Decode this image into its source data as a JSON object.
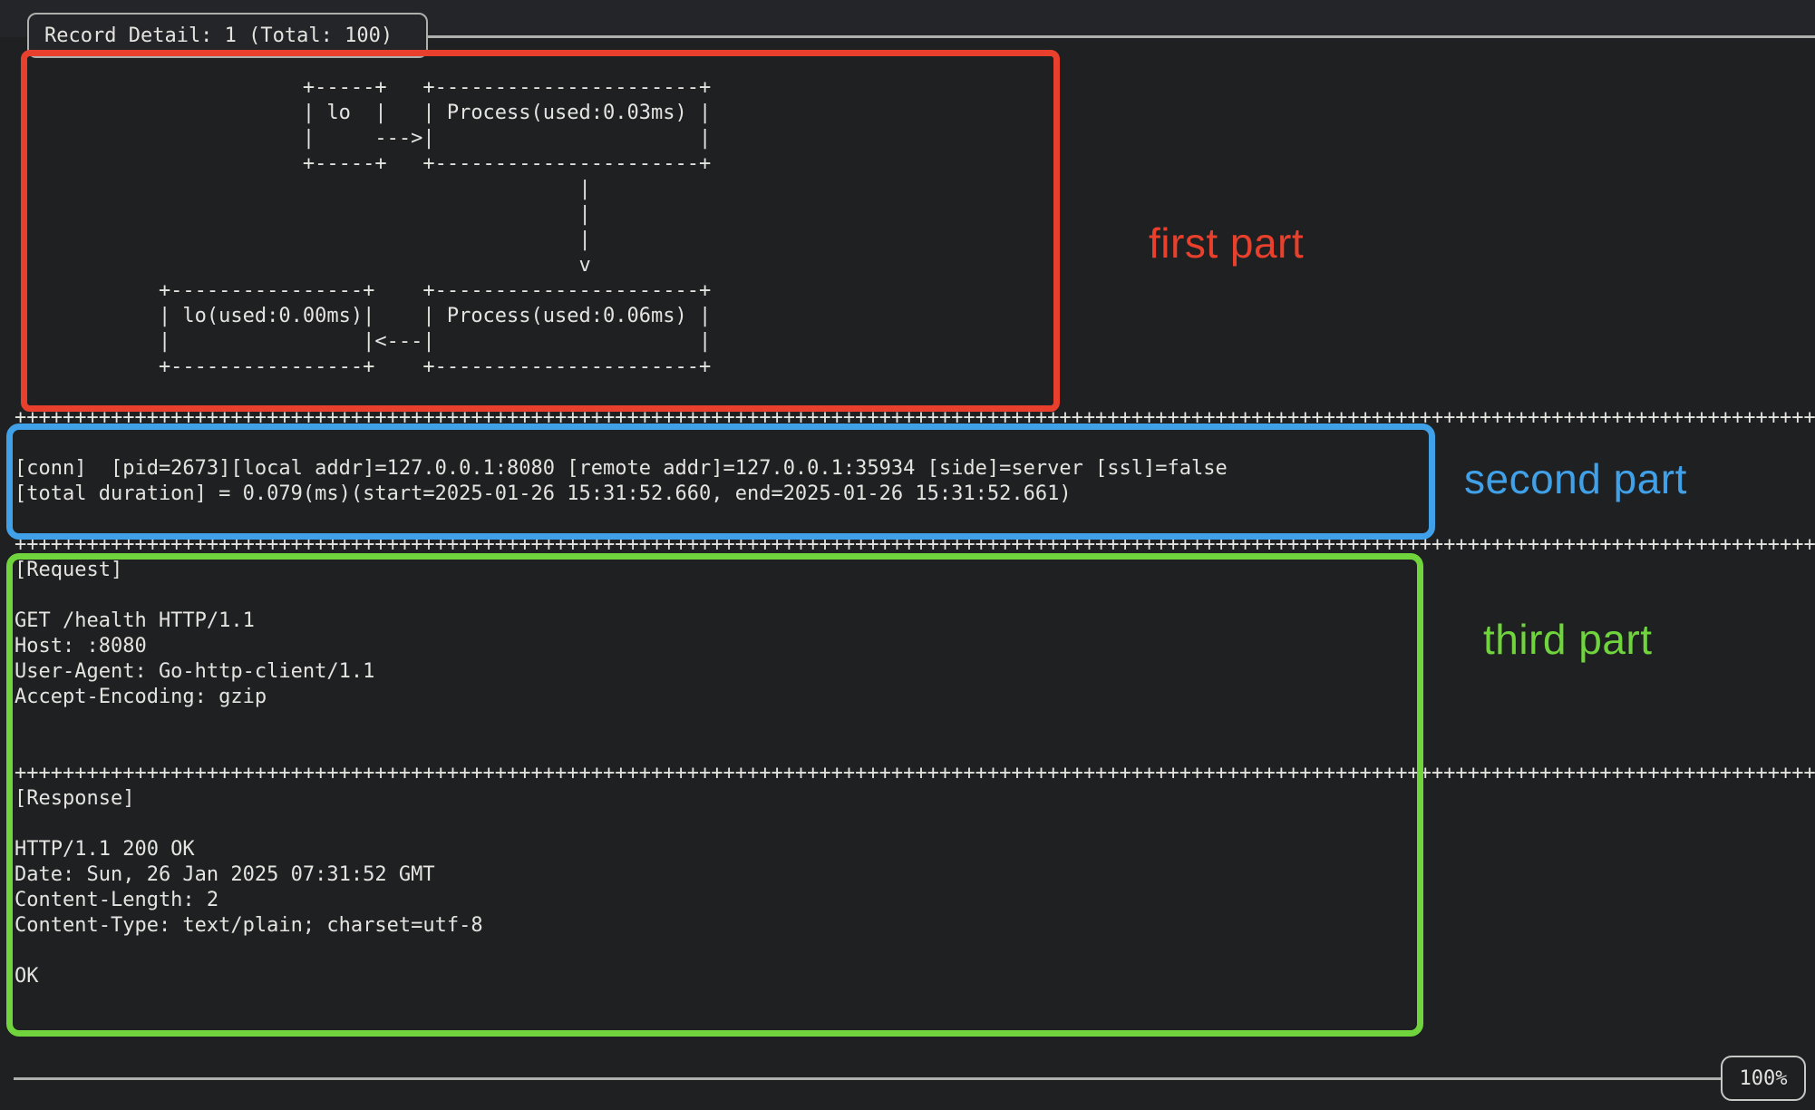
{
  "terminal": {
    "title": "Record Detail: 1 (Total: 100)",
    "zoom_indicator": "100%",
    "lines": [
      "                        +-----+   +----------------------+",
      "                        | lo  |   | Process(used:0.03ms) |",
      "                        |     --->|                      |",
      "                        +-----+   +----------------------+",
      "                                               |",
      "                                               |",
      "                                               |",
      "                                               v",
      "            +----------------+    +----------------------+",
      "            | lo(used:0.00ms)|    | Process(used:0.06ms) |",
      "            |                |<---|                      |",
      "            +----------------+    +----------------------+",
      "",
      "++++++++++++++++++++++++++++++++++++++++++++++++++++++++++++++++++++++++++++++++++++++++++++++++++++++++++++++++++++++++++++++++++++++++++++++++++++++++++++",
      "",
      "[conn]  [pid=2673][local addr]=127.0.0.1:8080 [remote addr]=127.0.0.1:35934 [side]=server [ssl]=false",
      "[total duration] = 0.079(ms)(start=2025-01-26 15:31:52.660, end=2025-01-26 15:31:52.661)",
      "",
      "++++++++++++++++++++++++++++++++++++++++++++++++++++++++++++++++++++++++++++++++++++++++++++++++++++++++++++++++++++++++++++++++++++++++++++++++++++++++++++",
      "[Request]",
      "",
      "GET /health HTTP/1.1",
      "Host: :8080",
      "User-Agent: Go-http-client/1.1",
      "Accept-Encoding: gzip",
      "",
      "",
      "++++++++++++++++++++++++++++++++++++++++++++++++++++++++++++++++++++++++++++++++++++++++++++++++++++++++++++++++++++++++++++++++++++++++++++++++++++++++++++",
      "[Response]",
      "",
      "HTTP/1.1 200 OK",
      "Date: Sun, 26 Jan 2025 07:31:52 GMT",
      "Content-Length: 2",
      "Content-Type: text/plain; charset=utf-8",
      "",
      "OK"
    ]
  },
  "annotations": {
    "first": {
      "label": "first part",
      "color": "#e8402c"
    },
    "second": {
      "label": "second part",
      "color": "#41a1e8"
    },
    "third": {
      "label": "third part",
      "color": "#70d53d"
    }
  },
  "colors": {
    "background": "#1f2022",
    "header_strip": "#242528",
    "text": "#e4e3e0",
    "border_line": "#aeb0ae",
    "border_line_bright": "#c6c8c6"
  }
}
